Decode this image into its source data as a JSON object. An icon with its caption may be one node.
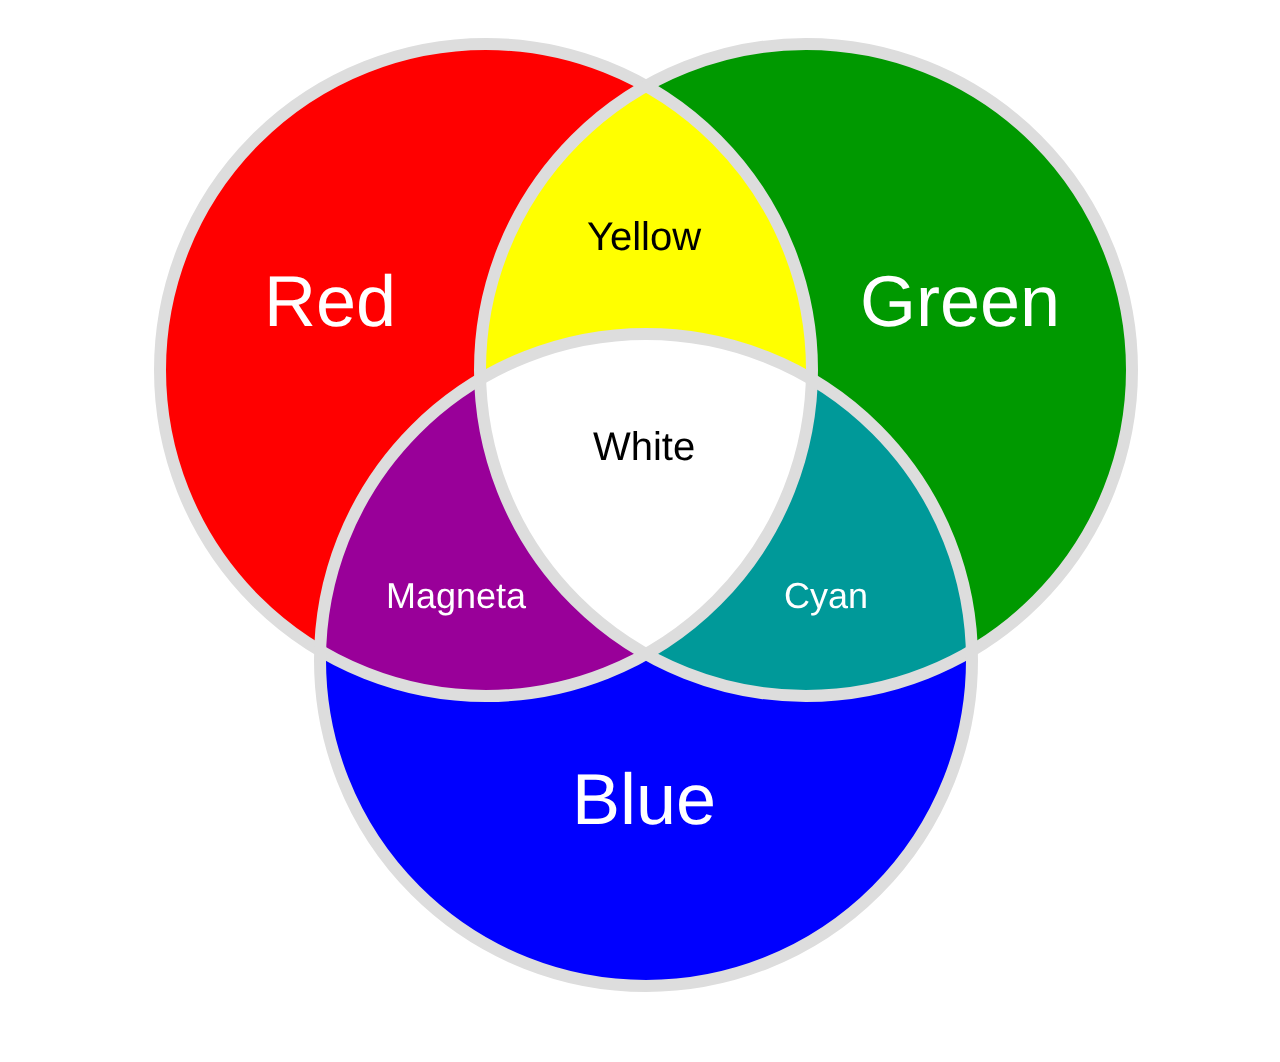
{
  "diagram": {
    "nodes": [
      {
        "text": [
          "Yellow"
        ]
      },
      {
        "text": [
          "Red"
        ]
      },
      {
        "text": [
          "Green"
        ]
      },
      {
        "text": [
          "White"
        ]
      },
      {
        "text": [
          "Magneta"
        ]
      },
      {
        "text": [
          "Cyan"
        ]
      },
      {
        "text": [
          "Blue"
        ]
      }
    ]
  }
}
